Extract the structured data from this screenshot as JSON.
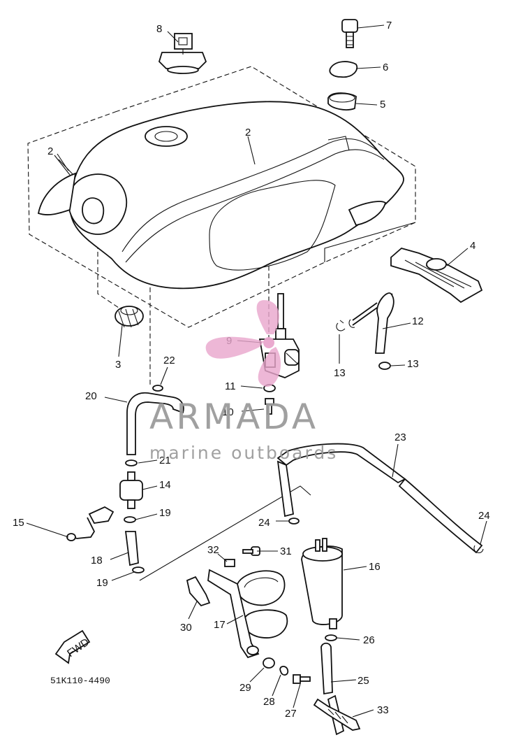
{
  "diagram": {
    "part_code": "51K110-4490",
    "direction_label": "FWD",
    "watermark": {
      "brand": "ARMADA",
      "tagline": "marine outboards",
      "logo_color": "#e9a6cd",
      "text_color": "#9b9b9b"
    },
    "callouts": [
      "7",
      "6",
      "5",
      "8",
      "2",
      "2",
      "2",
      "4",
      "12",
      "13",
      "13",
      "9",
      "11",
      "10",
      "3",
      "22",
      "20",
      "21",
      "14",
      "15",
      "19",
      "18",
      "19",
      "23",
      "24",
      "24",
      "16",
      "31",
      "32",
      "30",
      "17",
      "26",
      "25",
      "29",
      "28",
      "27",
      "33"
    ]
  }
}
